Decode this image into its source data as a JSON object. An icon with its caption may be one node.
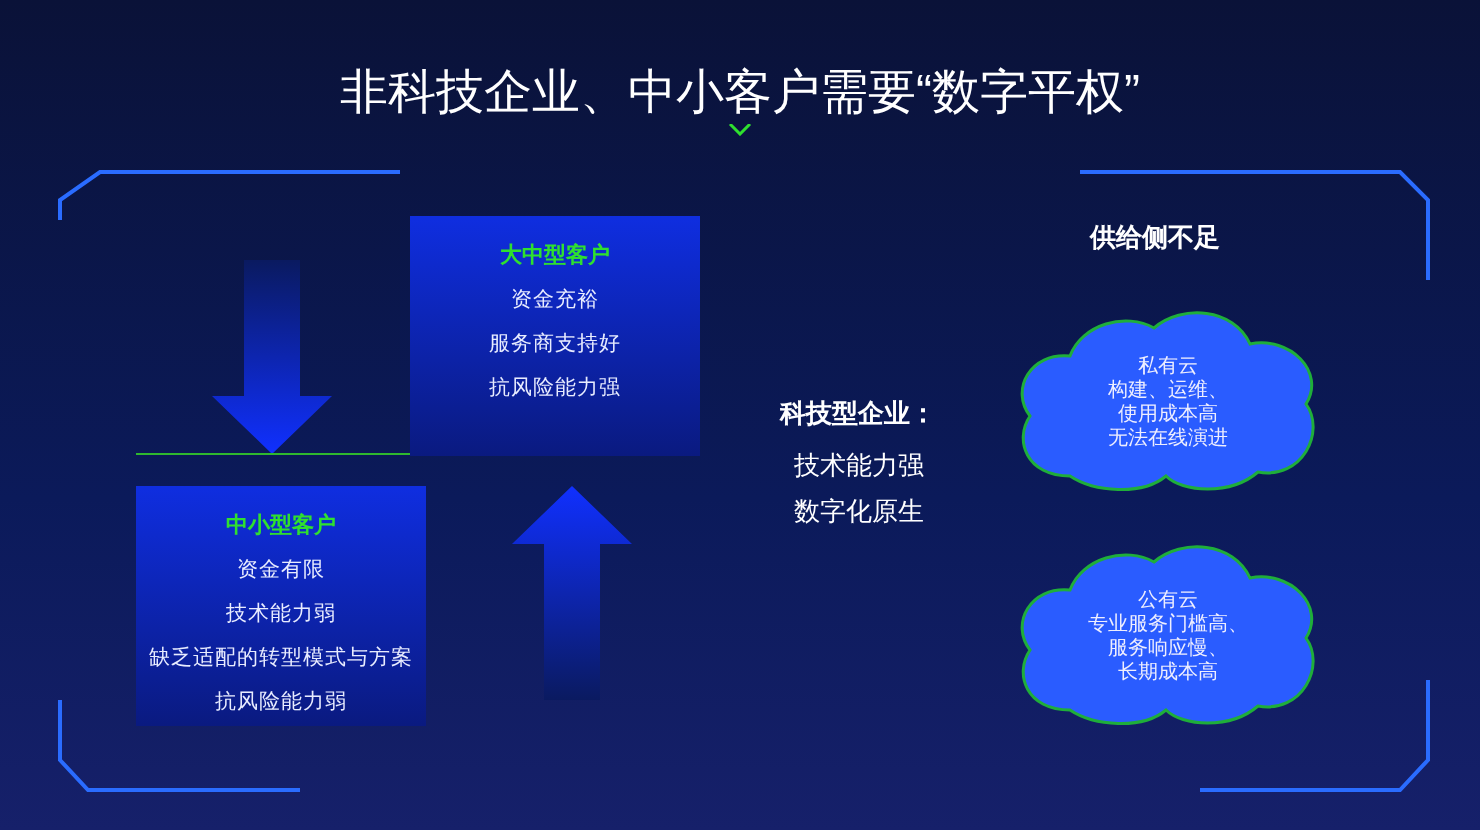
{
  "diagram": {
    "title": "非科技企业、中小客户需要“数字平权”",
    "nodes": [
      {
        "text": [
          "大中型客户",
          "资金充裕",
          "服务商支持好",
          "抗风险能力强"
        ]
      },
      {
        "text": [
          "中小型客户",
          "资金有限",
          "技术能力弱",
          "缺乏适配的转型模式与方案",
          "抗风险能力弱"
        ]
      },
      {
        "text": [
          "私有云",
          "构建、运维、",
          "使用成本高",
          "无法在线演进"
        ]
      },
      {
        "text": [
          "公有云",
          "专业服务门槛高、",
          "服务响应慢、",
          "长期成本高"
        ]
      }
    ],
    "edges": [],
    "labels": [
      "供给侧不足",
      "科技型企业：",
      "技术能力强",
      "数字化原生"
    ]
  }
}
